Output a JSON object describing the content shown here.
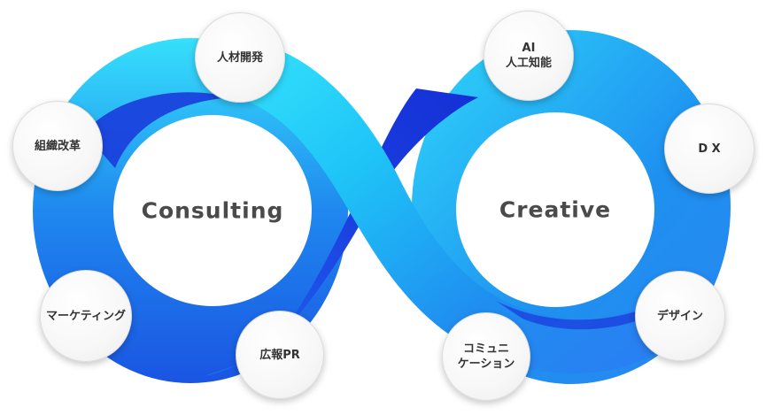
{
  "labels": {
    "left": "Consulting",
    "right": "Creative"
  },
  "bubbles": {
    "jinzai": "人材開発",
    "soshiki": "組織改革",
    "marketing": "マーケティング",
    "kouhou": "広報PR",
    "ai": "AI\n人工知能",
    "dx": "D X",
    "design": "デザイン",
    "communication": "コミュニ\nケーション"
  },
  "colors": {
    "loop_light": "#2ee0fb",
    "loop_mid": "#1f8ef0",
    "loop_dark": "#1432d9",
    "label_text": "#4a4a4a"
  }
}
